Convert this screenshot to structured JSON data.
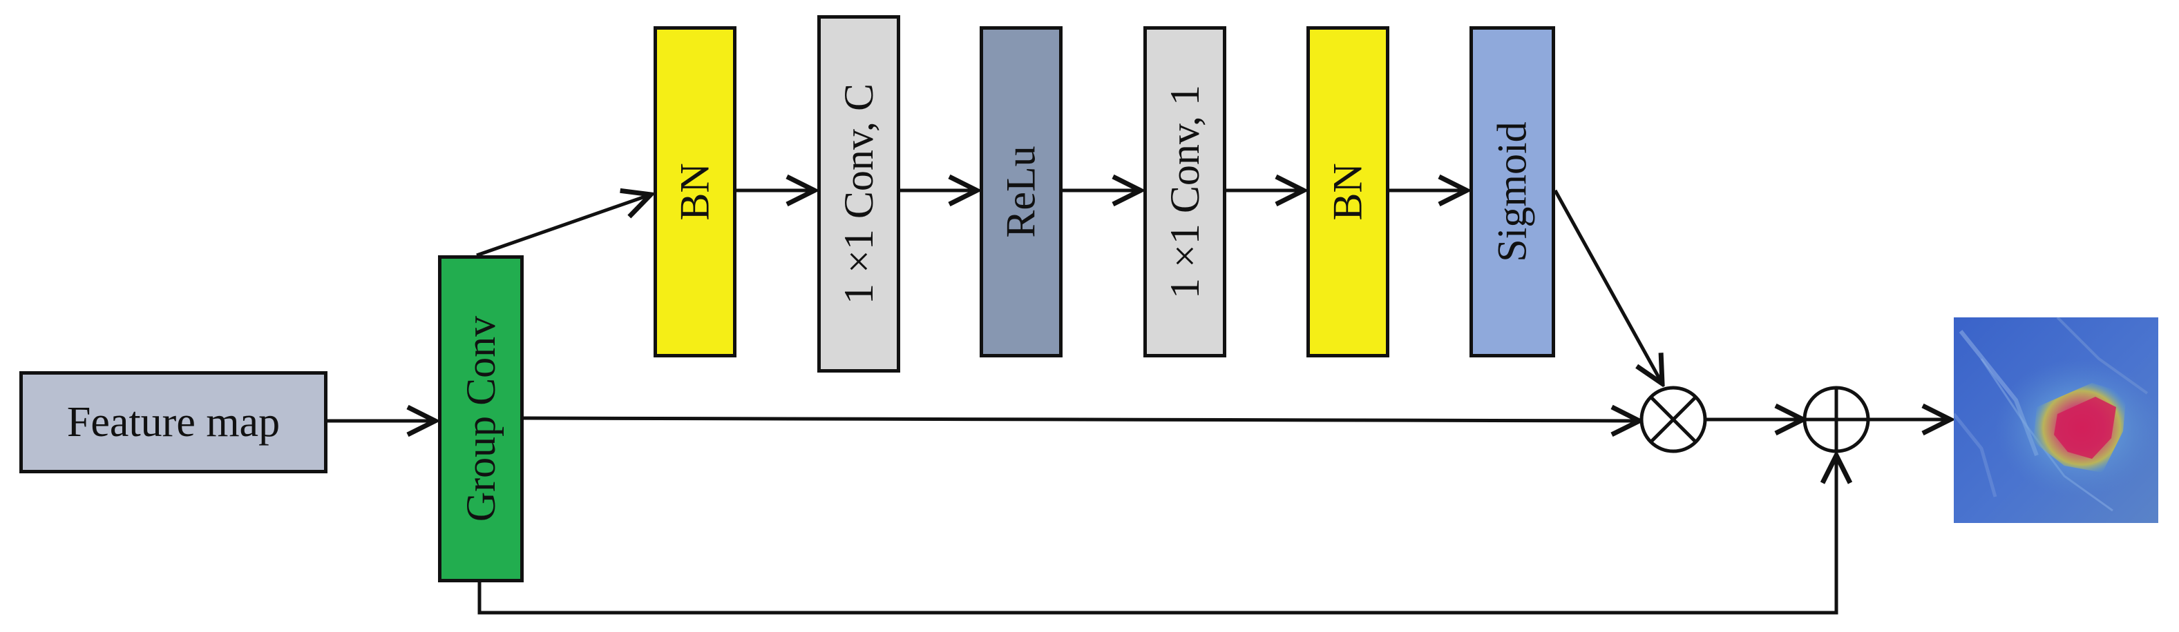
{
  "blocks": {
    "feature_map": "Feature map",
    "group_conv": "Group Conv",
    "bn_1": "BN",
    "conv_c": "1 ×1 Conv, C",
    "relu": "ReLu",
    "conv_1": "1 ×1 Conv, 1",
    "bn_2": "BN",
    "sigmoid": "Sigmoid"
  },
  "operators": {
    "multiply": "⊗",
    "add": "⊕"
  },
  "output_image": "attention heatmap overlay"
}
